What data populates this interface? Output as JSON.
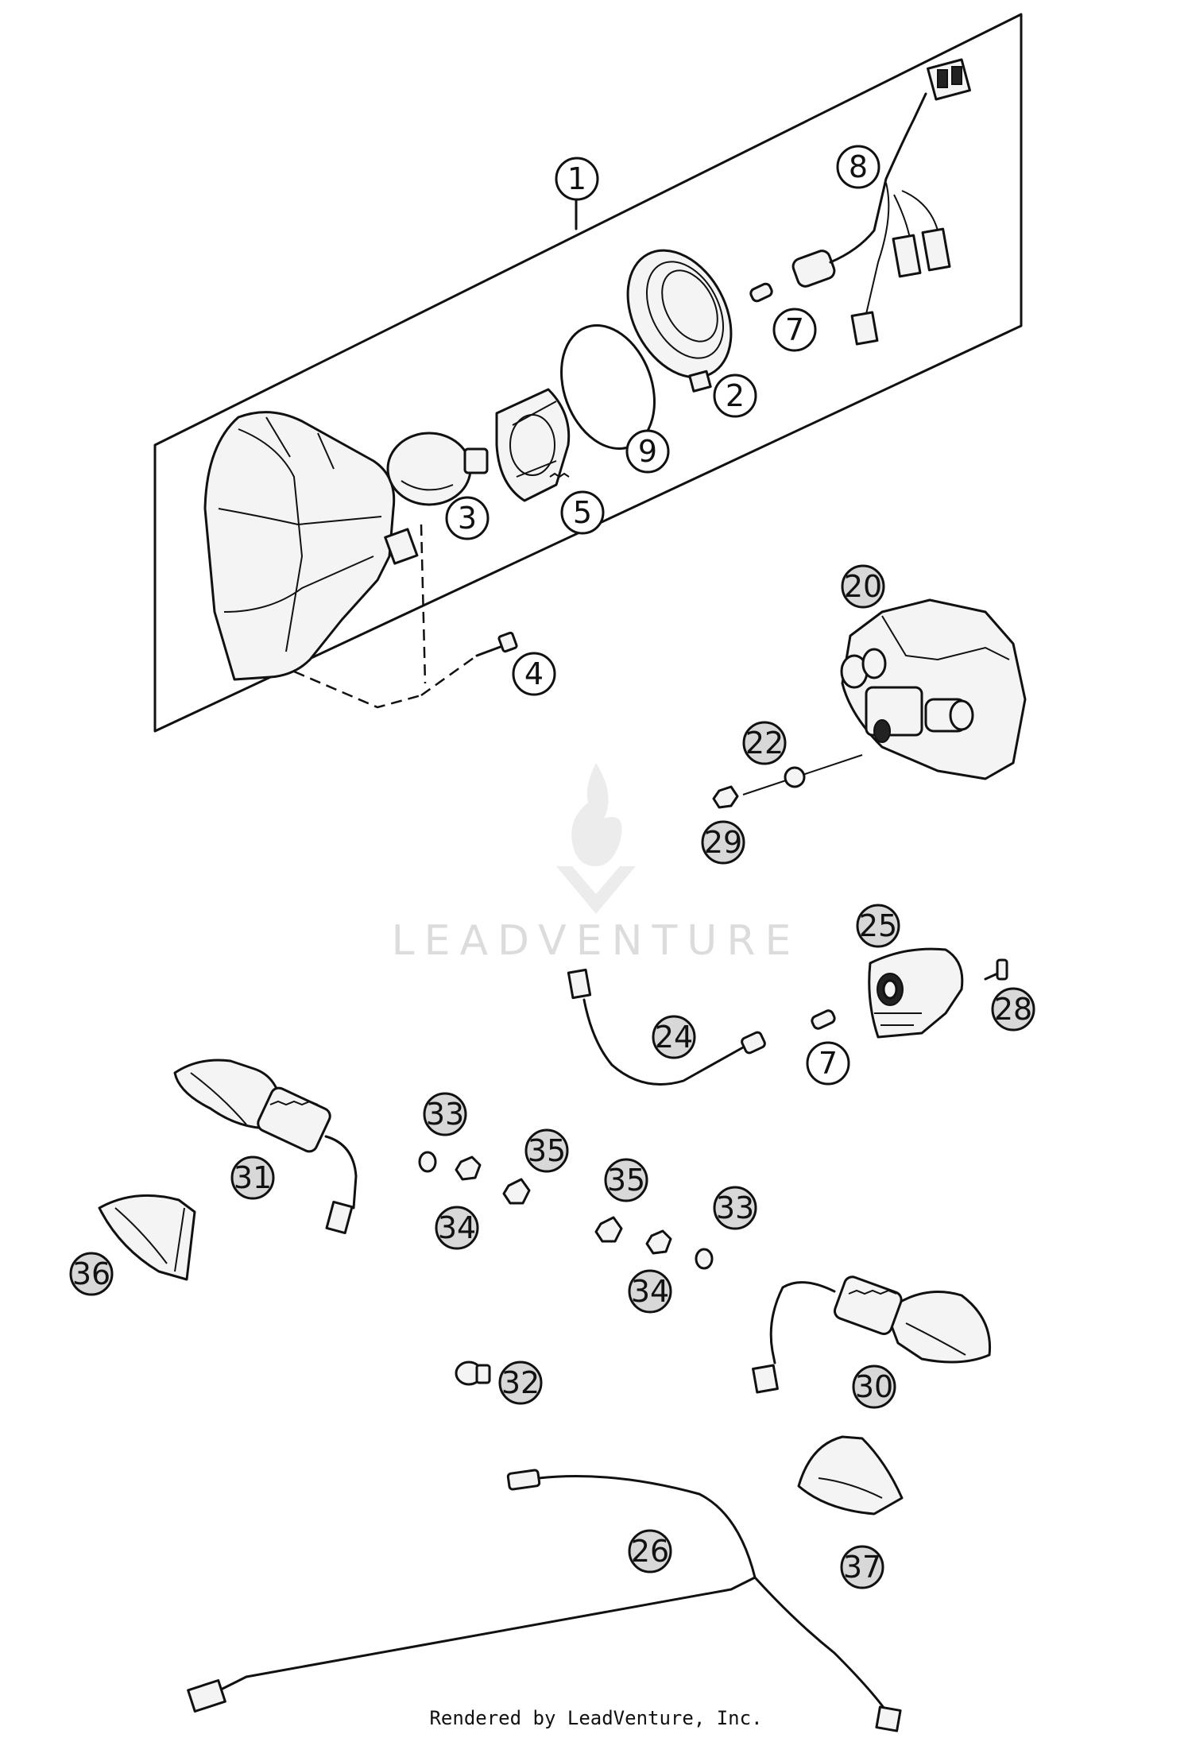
{
  "diagram": {
    "callouts": [
      {
        "id": "c1",
        "label": "1",
        "style": "plain"
      },
      {
        "id": "c2",
        "label": "2",
        "style": "plain"
      },
      {
        "id": "c3",
        "label": "3",
        "style": "plain"
      },
      {
        "id": "c4",
        "label": "4",
        "style": "plain"
      },
      {
        "id": "c5",
        "label": "5",
        "style": "plain"
      },
      {
        "id": "c7a",
        "label": "7",
        "style": "plain"
      },
      {
        "id": "c8",
        "label": "8",
        "style": "plain"
      },
      {
        "id": "c9",
        "label": "9",
        "style": "plain"
      },
      {
        "id": "c20",
        "label": "20",
        "style": "shaded"
      },
      {
        "id": "c22",
        "label": "22",
        "style": "shaded"
      },
      {
        "id": "c29",
        "label": "29",
        "style": "shaded"
      },
      {
        "id": "c25",
        "label": "25",
        "style": "shaded"
      },
      {
        "id": "c28",
        "label": "28",
        "style": "shaded"
      },
      {
        "id": "c24",
        "label": "24",
        "style": "shaded"
      },
      {
        "id": "c7b",
        "label": "7",
        "style": "plain"
      },
      {
        "id": "c31",
        "label": "31",
        "style": "shaded"
      },
      {
        "id": "c33a",
        "label": "33",
        "style": "shaded"
      },
      {
        "id": "c35a",
        "label": "35",
        "style": "shaded"
      },
      {
        "id": "c34a",
        "label": "34",
        "style": "shaded"
      },
      {
        "id": "c35b",
        "label": "35",
        "style": "shaded"
      },
      {
        "id": "c33b",
        "label": "33",
        "style": "shaded"
      },
      {
        "id": "c34b",
        "label": "34",
        "style": "shaded"
      },
      {
        "id": "c36",
        "label": "36",
        "style": "shaded"
      },
      {
        "id": "c32",
        "label": "32",
        "style": "shaded"
      },
      {
        "id": "c30",
        "label": "30",
        "style": "shaded"
      },
      {
        "id": "c26",
        "label": "26",
        "style": "shaded"
      },
      {
        "id": "c37",
        "label": "37",
        "style": "shaded"
      }
    ]
  },
  "watermark": {
    "text": "LEADVENTURE"
  },
  "footer": {
    "credit": "Rendered by LeadVenture, Inc."
  }
}
